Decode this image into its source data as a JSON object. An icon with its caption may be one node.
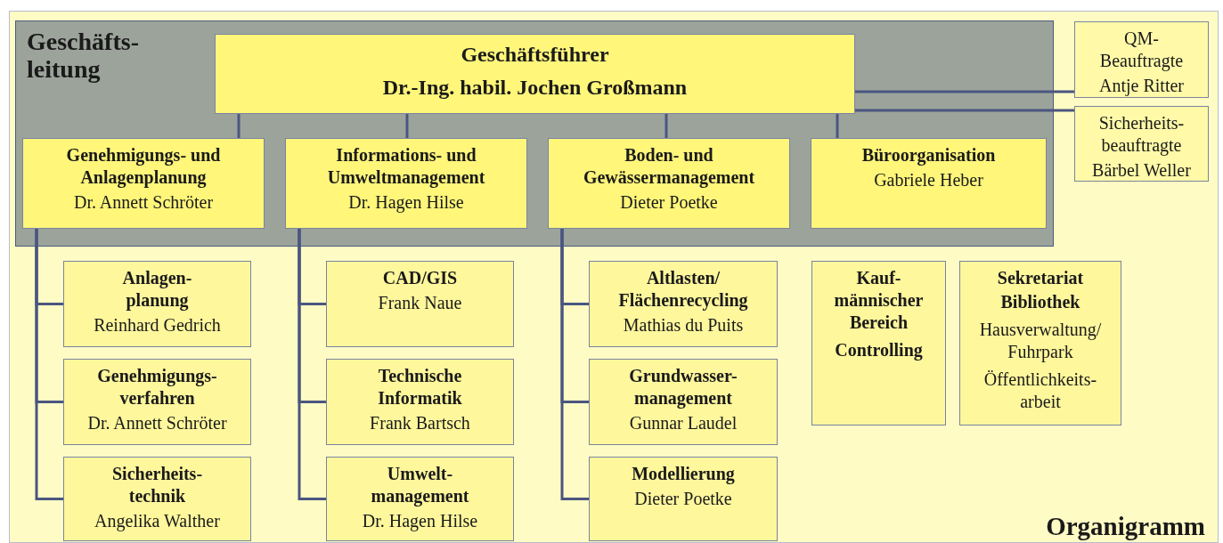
{
  "diagram": {
    "title": "Organigramm",
    "nodes": [
      {
        "text": [
          "Geschäfts- leitung"
        ]
      },
      {
        "text": [
          "Geschäftsführer",
          "Dr.-Ing. habil. Jochen Großmann"
        ],
        "in": 0
      },
      {
        "text": [
          "Genehmigungs- und Anlagenplanung",
          "Dr. Annett Schröter"
        ],
        "in": 0
      },
      {
        "text": [
          "Informations- und Umweltmanagement",
          "Dr. Hagen Hilse"
        ],
        "in": 0
      },
      {
        "text": [
          "Boden- und Gewässermanagement",
          "Dieter Poetke"
        ],
        "in": 0
      },
      {
        "text": [
          "Büroorganisation",
          "Gabriele Heber"
        ],
        "in": 0
      },
      {
        "text": [
          "QM- Beauftragte",
          "Antje Ritter"
        ]
      },
      {
        "text": [
          "Sicherheits- beauftragte",
          "Bärbel Weller"
        ]
      },
      {
        "text": [
          "Anlagen- planung",
          "Reinhard Gedrich"
        ]
      },
      {
        "text": [
          "Genehmigungs- verfahren",
          "Dr. Annett Schröter"
        ]
      },
      {
        "text": [
          "Sicherheits- technik",
          "Angelika Walther"
        ]
      },
      {
        "text": [
          "CAD/GIS",
          "Frank Naue"
        ]
      },
      {
        "text": [
          "Technische Informatik",
          "Frank Bartsch"
        ]
      },
      {
        "text": [
          "Umwelt- management",
          "Dr. Hagen Hilse"
        ]
      },
      {
        "text": [
          "Altlasten/ Flächenrecycling",
          "Mathias du Puits"
        ]
      },
      {
        "text": [
          "Grundwasser- management",
          "Gunnar Laudel"
        ]
      },
      {
        "text": [
          "Modellierung",
          "Dieter Poetke"
        ]
      },
      {
        "text": [
          "Kauf- männischer Bereich",
          "Controlling"
        ]
      },
      {
        "text": [
          "Sekretariat",
          "Bibliothek",
          "Hausverwaltung/ Fuhrpark",
          "Öffentlichkeits- arbeit"
        ]
      }
    ],
    "edges": [
      {
        "from": 1,
        "to": 2,
        "arrow": "none"
      },
      {
        "from": 1,
        "to": 3,
        "arrow": "none"
      },
      {
        "from": 1,
        "to": 4,
        "arrow": "none"
      },
      {
        "from": 1,
        "to": 5,
        "arrow": "none"
      },
      {
        "from": 1,
        "to": 6,
        "arrow": "none"
      },
      {
        "from": 1,
        "to": 7,
        "arrow": "none"
      },
      {
        "from": 2,
        "to": 8,
        "arrow": "none"
      },
      {
        "from": 2,
        "to": 9,
        "arrow": "none"
      },
      {
        "from": 2,
        "to": 10,
        "arrow": "none"
      },
      {
        "from": 3,
        "to": 11,
        "arrow": "none"
      },
      {
        "from": 3,
        "to": 12,
        "arrow": "none"
      },
      {
        "from": 3,
        "to": 13,
        "arrow": "none"
      },
      {
        "from": 4,
        "to": 14,
        "arrow": "none"
      },
      {
        "from": 4,
        "to": 15,
        "arrow": "none"
      },
      {
        "from": 4,
        "to": 16,
        "arrow": "none"
      }
    ]
  }
}
